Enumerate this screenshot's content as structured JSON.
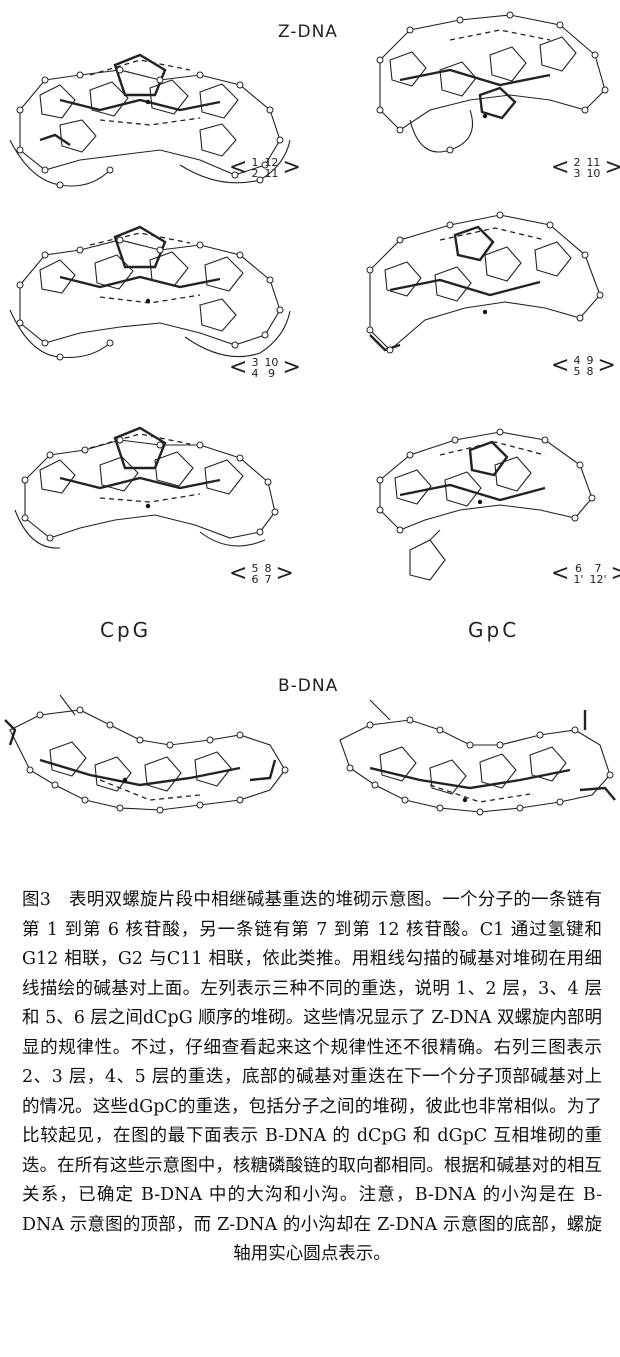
{
  "figure": {
    "zdna_title": "Z-DNA",
    "bdna_title": "B-DNA",
    "col_left": "CpG",
    "col_right": "GpC",
    "pairs": [
      {
        "a": "1",
        "b": "2",
        "c": "12",
        "d": "11"
      },
      {
        "a": "2",
        "b": "3",
        "c": "11",
        "d": "10"
      },
      {
        "a": "3",
        "b": "4",
        "c": "10",
        "d": "9"
      },
      {
        "a": "4",
        "b": "5",
        "c": "9",
        "d": "8"
      },
      {
        "a": "5",
        "b": "6",
        "c": "8",
        "d": "7"
      },
      {
        "a": "6",
        "b": "1'",
        "c": "7",
        "d": "12'"
      }
    ]
  },
  "caption": {
    "text": "图3　表明双螺旋片段中相继碱基重迭的堆砌示意图。一个分子的一条链有第 1 到第 6 核苷酸，另一条链有第 7 到第 12 核苷酸。C1 通过氢键和G12 相联，G2 与C11 相联，依此类推。用粗线勾描的碱基对堆砌在用细线描绘的碱基对上面。左列表示三种不同的重迭，说明 1、2 层，3、4 层和 5、6 层之间dCpG 顺序的堆砌。这些情况显示了 Z-DNA 双螺旋内部明显的规律性。不过，仔细查看起来这个规律性还不很精确。右列三图表示2、3 层，4、5 层的重迭，底部的碱基对重迭在下一个分子顶部碱基对上的情况。这些dGpC的重迭，包括分子之间的堆砌，彼此也非常相似。为了比较起见，在图的最下面表示 B-DNA 的 dCpG 和 dGpC 互相堆砌的重迭。在所有这些示意图中，核糖磷酸链的取向都相同。根据和碱基对的相互关系，已确定 B-DNA 中的大沟和小沟。注意，B-DNA 的小沟是在 B-DNA 示意图的顶部，而 Z-DNA 的小沟却在 Z-DNA 示意图的底部，螺旋轴用实心圆点表示。"
  }
}
